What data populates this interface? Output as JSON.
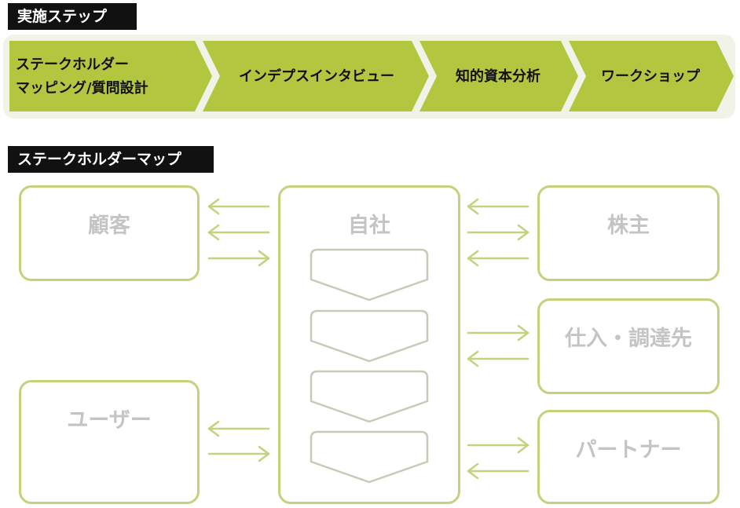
{
  "sections": {
    "steps_label": "実施ステップ",
    "map_label": "ステークホルダーマップ"
  },
  "steps": [
    {
      "line1": "ステークホルダー",
      "line2": "マッピング/質問設計"
    },
    {
      "label": "インデプスインタビュー"
    },
    {
      "label": "知的資本分析"
    },
    {
      "label": "ワークショップ"
    }
  ],
  "map": {
    "customer": "顧客",
    "user": "ユーザー",
    "company": "自社",
    "shareholder": "株主",
    "supplier": "仕入・調達先",
    "partner": "パートナー"
  },
  "colors": {
    "step_fill": "#b3c640",
    "step_band": "#f1f3e8",
    "box_border": "#c3d27d",
    "arrow": "#c3d27d",
    "chevron": "#c9c9b8",
    "muted_text": "#c4c4c4"
  }
}
